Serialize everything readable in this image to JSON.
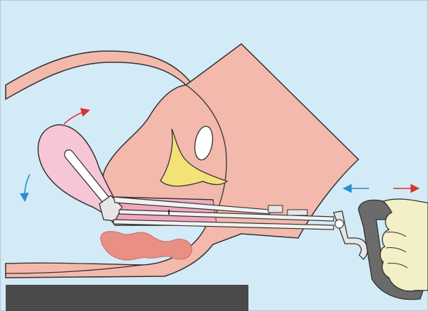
{
  "figure": {
    "title": "",
    "colors": {
      "background": "#d3ebf7",
      "frame": "#b9c7d0",
      "skin": "#f3b9ac",
      "skin_dark": "#efa797",
      "uterus": "#f6c6d6",
      "bladder": "#f2e278",
      "bowel": "#e98f84",
      "table": "#4a4a4a",
      "instrument": "#f2f2f2",
      "handle": "#6b6b6b",
      "glove": "#f3efc6",
      "arrow_red": "#e0302b",
      "arrow_blue": "#2a8fce"
    },
    "elements": [
      "abdominal-wall",
      "pelvis-silhouette",
      "uterus",
      "cervix",
      "bladder",
      "pubic-bone",
      "bowel",
      "examination-table",
      "uterine-manipulator",
      "manipulator-handle",
      "gloved-hand",
      "anteversion-arrow",
      "retroversion-arrow",
      "push-arrow",
      "pull-arrow"
    ]
  }
}
